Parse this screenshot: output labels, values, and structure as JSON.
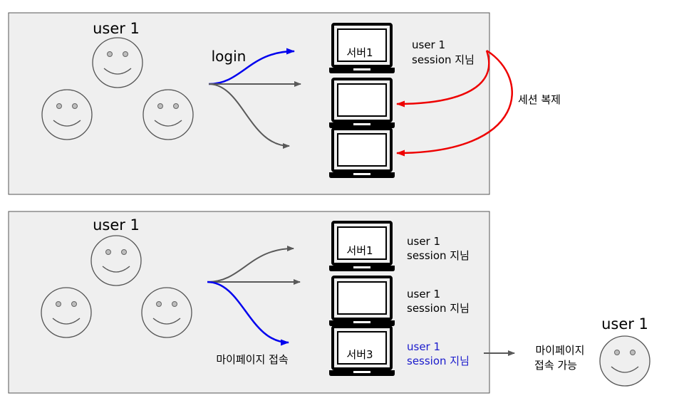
{
  "top_panel": {
    "user_label": "user 1",
    "login_label": "login",
    "server1_label": "서버1",
    "session_line1": "user 1",
    "session_line2": "session 지님",
    "replicate_label": "세션 복제"
  },
  "bottom_panel": {
    "user_label": "user 1",
    "server1_label": "서버1",
    "server3_label": "서버3",
    "srv1_session_line1": "user 1",
    "srv1_session_line2": "session 지님",
    "srv2_session_line1": "user 1",
    "srv2_session_line2": "session 지님",
    "srv3_session_line1": "user 1",
    "srv3_session_line2": "session 지님",
    "mypage_access": "마이페이지 접속",
    "result_line1": "마이페이지",
    "result_line2": "접속 가능",
    "result_user_label": "user 1"
  },
  "colors": {
    "panel_bg": "#efefef",
    "panel_border": "#555555",
    "blue": "#0000ee",
    "red": "#ee0000",
    "gray_arrow": "#595959",
    "session_blue": "#1a1acc"
  }
}
